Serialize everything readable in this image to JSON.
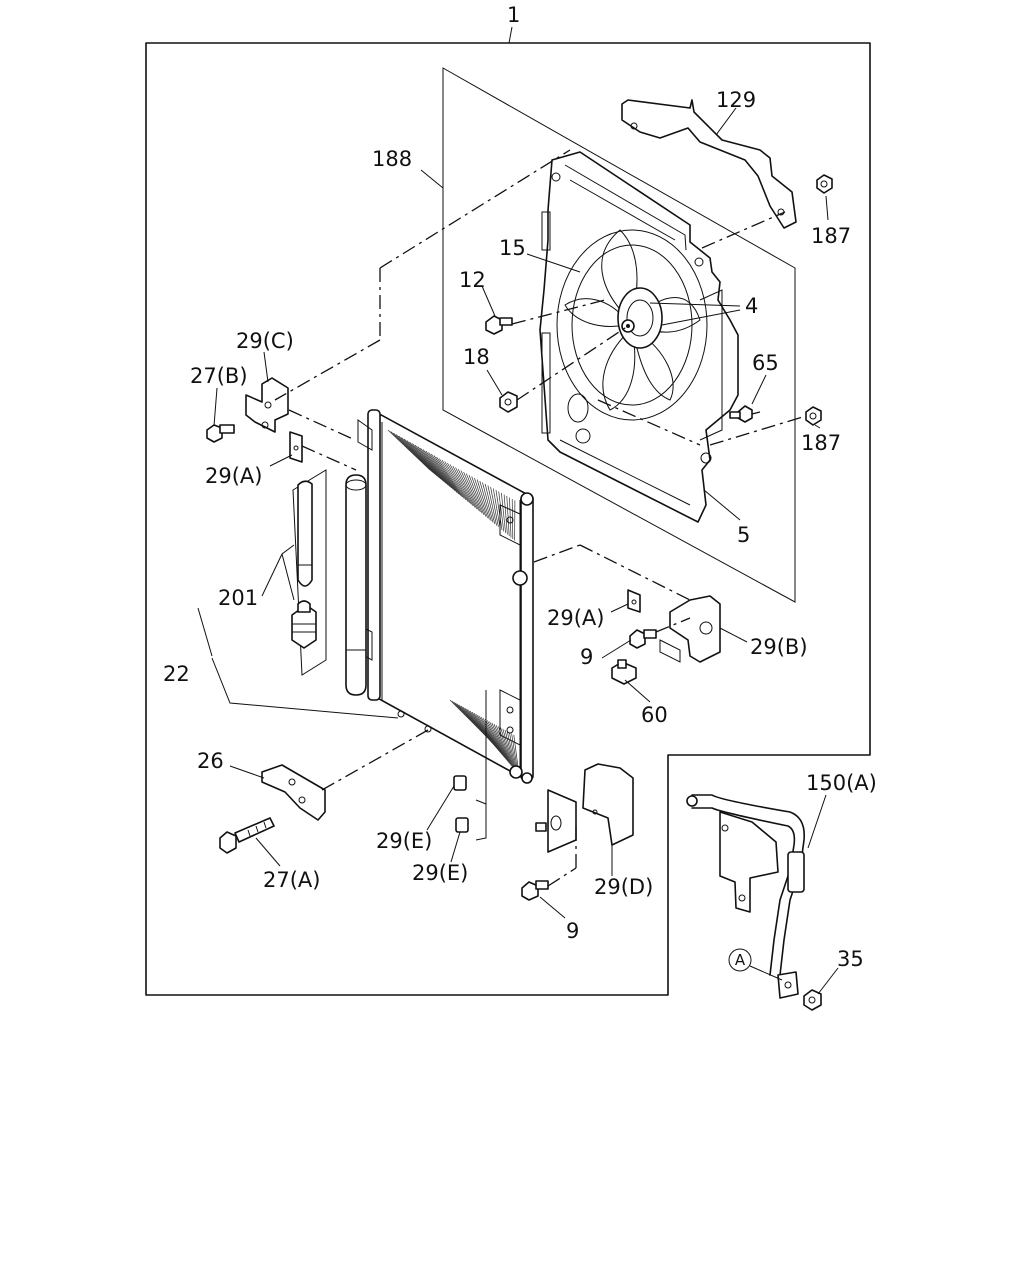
{
  "callouts": {
    "c1": "1",
    "c129": "129",
    "c188": "188",
    "c187a": "187",
    "c187b": "187",
    "c15": "15",
    "c12": "12",
    "c4": "4",
    "c18": "18",
    "c65": "65",
    "c5": "5",
    "c29c": "29(C)",
    "c27b": "27(B)",
    "c29a_left": "29(A)",
    "c201": "201",
    "c22": "22",
    "c29a_right": "29(A)",
    "c9a": "9",
    "c29b": "29(B)",
    "c60": "60",
    "c26": "26",
    "c27a": "27(A)",
    "c29e_a": "29(E)",
    "c29e_b": "29(E)",
    "c29d": "29(D)",
    "c9b": "9",
    "c150a": "150(A)",
    "circleA": "A",
    "c35": "35"
  }
}
